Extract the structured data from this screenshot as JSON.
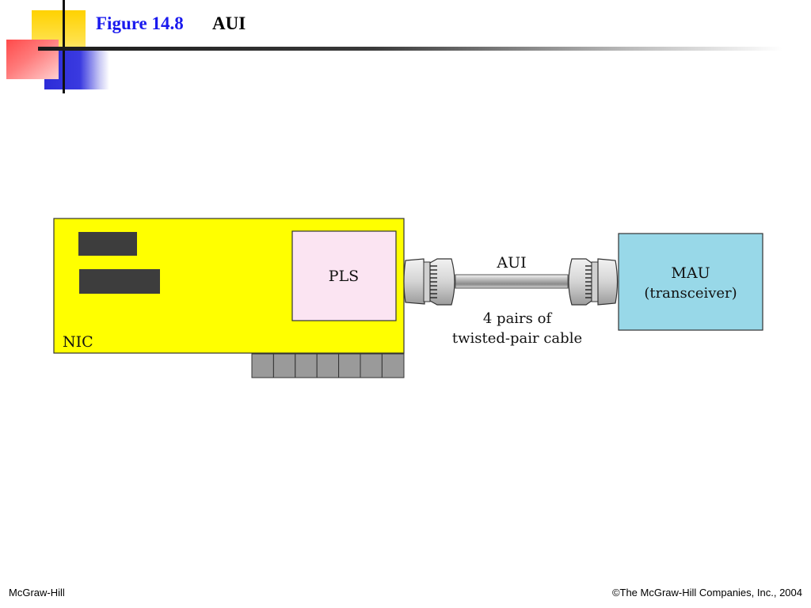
{
  "slide": {
    "figure_number": "Figure 14.8",
    "figure_title": "AUI"
  },
  "diagram": {
    "nic_label": "NIC",
    "pls_label": "PLS",
    "aui_label": "AUI",
    "cable_label_line1": "4 pairs of",
    "cable_label_line2": "twisted-pair cable",
    "mau_label_line1": "MAU",
    "mau_label_line2": "(transceiver)"
  },
  "footer": {
    "left": "McGraw-Hill",
    "right": "©The McGraw-Hill Companies, Inc., 2004"
  },
  "colors": {
    "nic_fill": "#ffff00",
    "pls_fill": "#fbe4f2",
    "mau_fill": "#98d8e8",
    "chip_fill": "#3d3d3d",
    "edge_connector_fill": "#9a9a9a",
    "title_blue": "#1a1aee"
  }
}
